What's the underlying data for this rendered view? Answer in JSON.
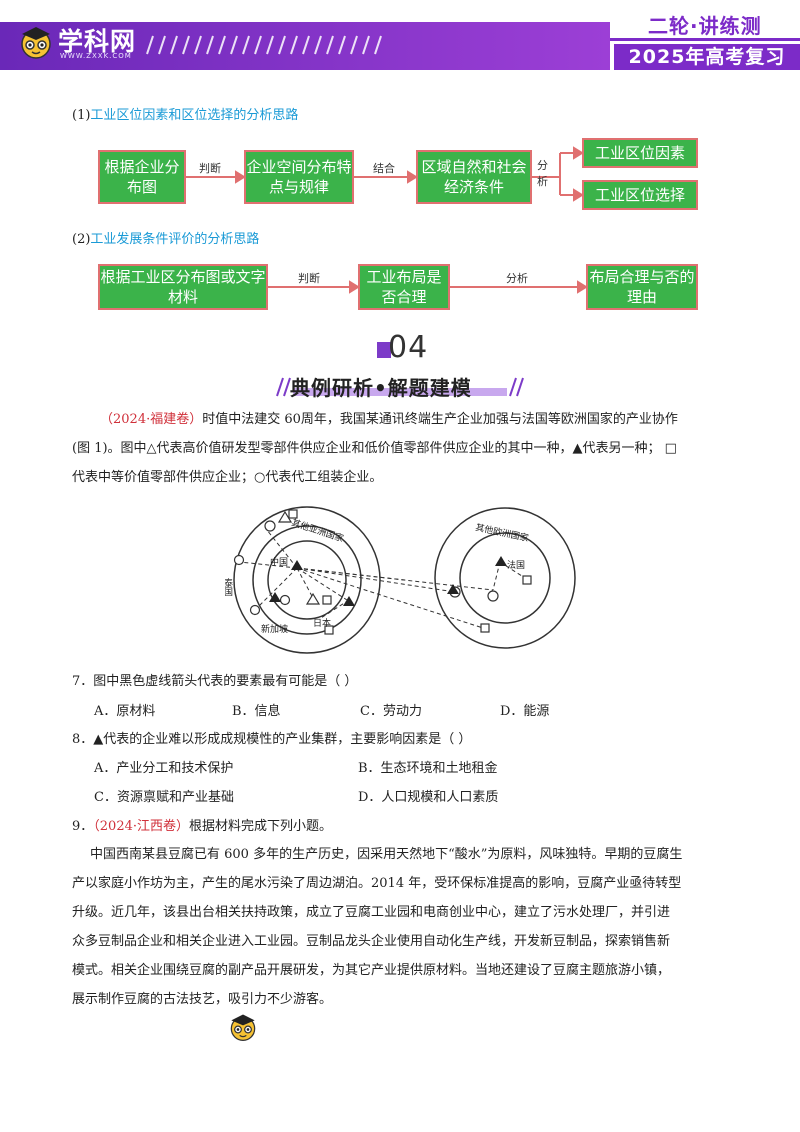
{
  "header": {
    "logo_text": "学科网",
    "logo_sub": "WWW.ZXXK.COM",
    "tag": "二轮·讲练测",
    "year": "2025年高考复习"
  },
  "section1": {
    "num": "(1)",
    "title": "工业区位因素和区位选择的分析思路",
    "boxes": [
      "根据企业分布图",
      "企业空间分布特点与规律",
      "区域自然和社会经济条件",
      "工业区位因素",
      "工业区位选择"
    ],
    "labels": [
      "判断",
      "结合",
      "分析"
    ]
  },
  "section2": {
    "num": "(2)",
    "title": "工业发展条件评价的分析思路",
    "boxes": [
      "根据工业区分布图或文字材料",
      "工业布局是否合理",
      "布局合理与否的理由"
    ],
    "labels": [
      "判断",
      "分析"
    ]
  },
  "banner": {
    "number": "04",
    "title": "典例研析•解题建模"
  },
  "intro": {
    "source": "（2024·福建卷）",
    "line1": "时值中法建交 60周年，我国某通讯终端生产企业加强与法国等欧洲国家的产业协作",
    "line2": "(图 1)。图中△代表高价值研发型零部件供应企业和低价值零部件供应企业的其中一种，▲代表另一种；  □",
    "line3": "代表中等价值零部件供应企业；○代表代工组装企业。"
  },
  "figure": {
    "left_outer": "其他亚洲国家",
    "left_china": "中国",
    "thailand": "泰国",
    "singapore": "新加坡",
    "japan": "日本",
    "right_outer": "其他欧洲国家",
    "france": "法国"
  },
  "questions": [
    {
      "stem": "7．图中黑色虚线箭头代表的要素最有可能是（     ）",
      "options": [
        "A．原材料",
        "B．信息",
        "C．劳动力",
        "D．能源"
      ]
    },
    {
      "stem": "8．▲代表的企业难以形成成规模性的产业集群，主要影响因素是（     ）",
      "options": [
        "A．产业分工和技术保护",
        "B．生态环境和土地租金",
        "C．资源禀赋和产业基础",
        "D．人口规模和人口素质"
      ]
    }
  ],
  "q9": {
    "num": "9．",
    "source": "（2024·江西卷）",
    "stem": "根据材料完成下列小题。",
    "lines": [
      "中国西南某县豆腐已有  600 多年的生产历史，因采用天然地下“酸水”为原料，风味独特。早期的豆腐生",
      "产以家庭小作坊为主，产生的尾水污染了周边湖泊。2014 年，受环保标准提高的影响，豆腐产业亟待转型",
      "升级。近几年，该县出台相关扶持政策，成立了豆腐工业园和电商创业中心，建立了污水处理厂，并引进",
      "众多豆制品企业和相关企业进入工业园。豆制品龙头企业使用自动化生产线，开发新豆制品，探索销售新",
      "模式。相关企业围绕豆腐的副产品开展研发，为其它产业提供原材料。当地还建设了豆腐主题旅游小镇，",
      "展示制作豆腐的古法技艺，吸引力不少游客。"
    ]
  }
}
